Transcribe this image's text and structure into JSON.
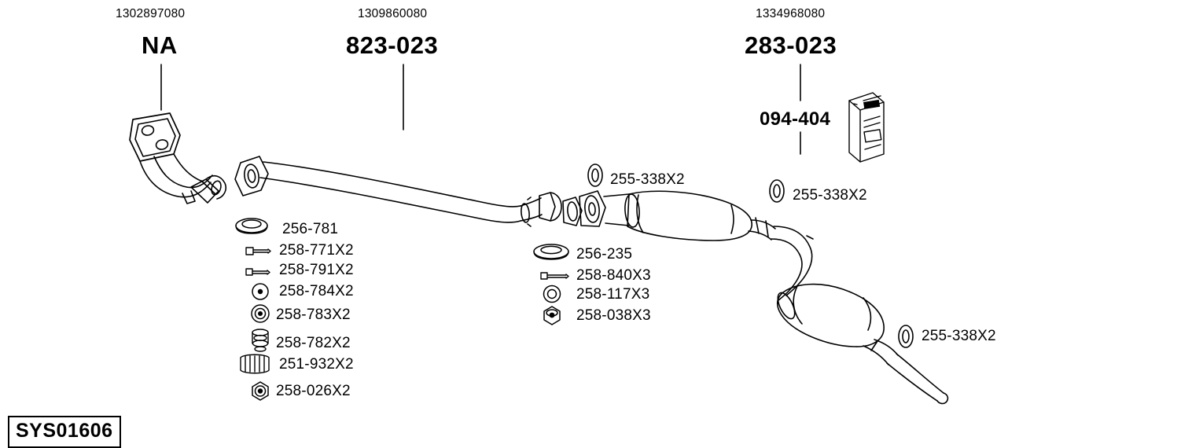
{
  "diagram": {
    "title_code": "SYS01606",
    "headers": [
      {
        "part_number": "1302897080",
        "label": "NA",
        "size": "big"
      },
      {
        "part_number": "1309860080",
        "label": "823-023",
        "size": "big"
      },
      {
        "part_number": "1334968080",
        "label": "283-023",
        "size": "big"
      }
    ],
    "carton_label": "094-404",
    "left_list": [
      {
        "ref": "256-781",
        "icon": "gasket-ring-icon"
      },
      {
        "ref": "258-771X2",
        "icon": "bolt-icon"
      },
      {
        "ref": "258-791X2",
        "icon": "bolt-icon"
      },
      {
        "ref": "258-784X2",
        "icon": "washer-icon"
      },
      {
        "ref": "258-783X2",
        "icon": "sleeve-icon"
      },
      {
        "ref": "258-782X2",
        "icon": "stacked-washer-icon"
      },
      {
        "ref": "251-932X2",
        "icon": "spring-icon"
      },
      {
        "ref": "258-026X2",
        "icon": "hex-nut-icon"
      }
    ],
    "middle_list": [
      {
        "ref": "256-235",
        "icon": "gasket-ring-icon"
      },
      {
        "ref": "258-840X3",
        "icon": "stud-bolt-icon"
      },
      {
        "ref": "258-117X3",
        "icon": "washer-icon"
      },
      {
        "ref": "258-038X3",
        "icon": "hex-nut-icon"
      }
    ],
    "rubber_mounts": [
      {
        "ref": "255-338X2",
        "icon": "rubber-hanger-icon"
      },
      {
        "ref": "255-338X2",
        "icon": "rubber-hanger-icon"
      },
      {
        "ref": "255-338X2",
        "icon": "rubber-hanger-icon"
      }
    ]
  }
}
